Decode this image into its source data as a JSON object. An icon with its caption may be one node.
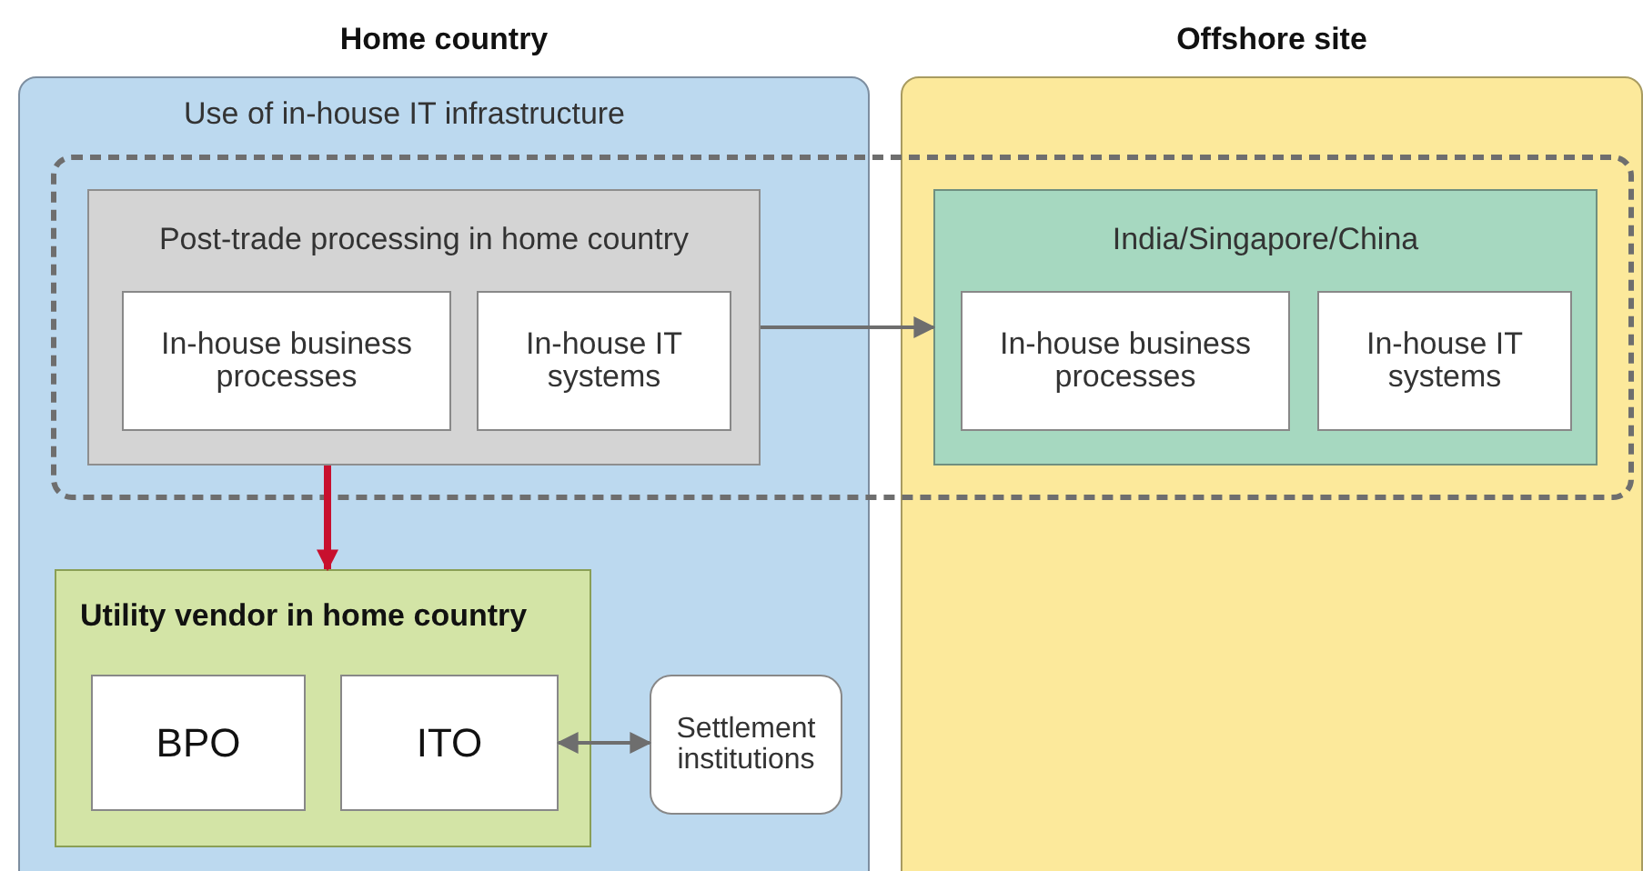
{
  "diagram": {
    "nodes": [
      {
        "text": [
          "Home country",
          "Use of in-house IT infrastructure"
        ]
      },
      {
        "text": [
          "Offshore site"
        ]
      },
      {
        "text": [
          "Post-trade processing in home country"
        ],
        "in": 0
      },
      {
        "text": [
          "In-house business processes"
        ],
        "in": 2
      },
      {
        "text": [
          "In-house IT systems"
        ],
        "in": 2
      },
      {
        "text": [
          "India/Singapore/China"
        ],
        "in": 1
      },
      {
        "text": [
          "In-house business processes"
        ],
        "in": 5
      },
      {
        "text": [
          "In-house IT systems"
        ],
        "in": 5
      },
      {
        "text": [
          "Utility vendor in home country"
        ],
        "in": 0
      },
      {
        "text": [
          "BPO"
        ],
        "in": 8
      },
      {
        "text": [
          "ITO"
        ],
        "in": 8
      },
      {
        "text": [
          "Settlement institutions"
        ],
        "in": 0
      }
    ],
    "edges": [
      {
        "from": 2,
        "to": 5,
        "arrow": "to"
      },
      {
        "from": 2,
        "to": 8,
        "arrow": "to",
        "style": "thick",
        "color": "#c8102e"
      },
      {
        "from": 10,
        "to": 11,
        "arrow": "both"
      }
    ]
  }
}
